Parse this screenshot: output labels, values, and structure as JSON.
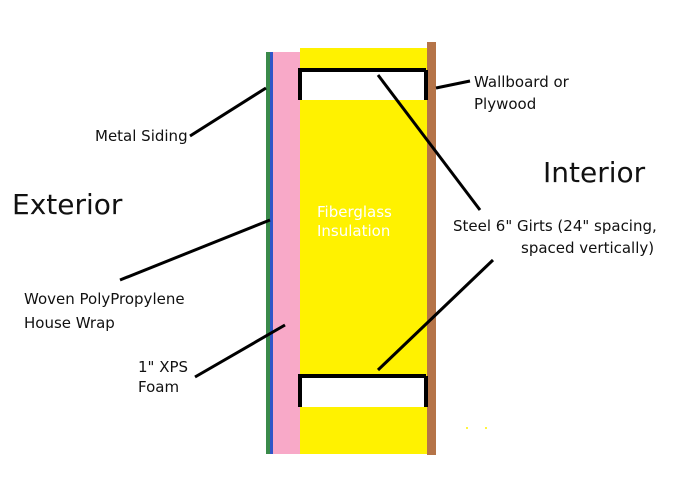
{
  "labels": {
    "exterior": "Exterior",
    "interior": "Interior",
    "metal_siding": "Metal Siding",
    "wallboard_line1": "Wallboard or",
    "wallboard_line2": "Plywood",
    "house_wrap_line1": "Woven PolyPropylene",
    "house_wrap_line2": "House Wrap",
    "xps_line1": "1\" XPS",
    "xps_line2": "Foam",
    "insulation_line1": "Fiberglass",
    "insulation_line2": "Insulation",
    "girts_line1": "Steel 6\" Girts (24\" spacing,",
    "girts_line2": "spaced vertically)"
  },
  "colors": {
    "siding_green": "#3a8a4a",
    "siding_blue": "#2f56c8",
    "foam_pink": "#f8a9c8",
    "insulation_yellow": "#fff200",
    "wallboard_brown": "#b57448",
    "girt_black": "#000000",
    "girt_fill": "#ffffff"
  }
}
